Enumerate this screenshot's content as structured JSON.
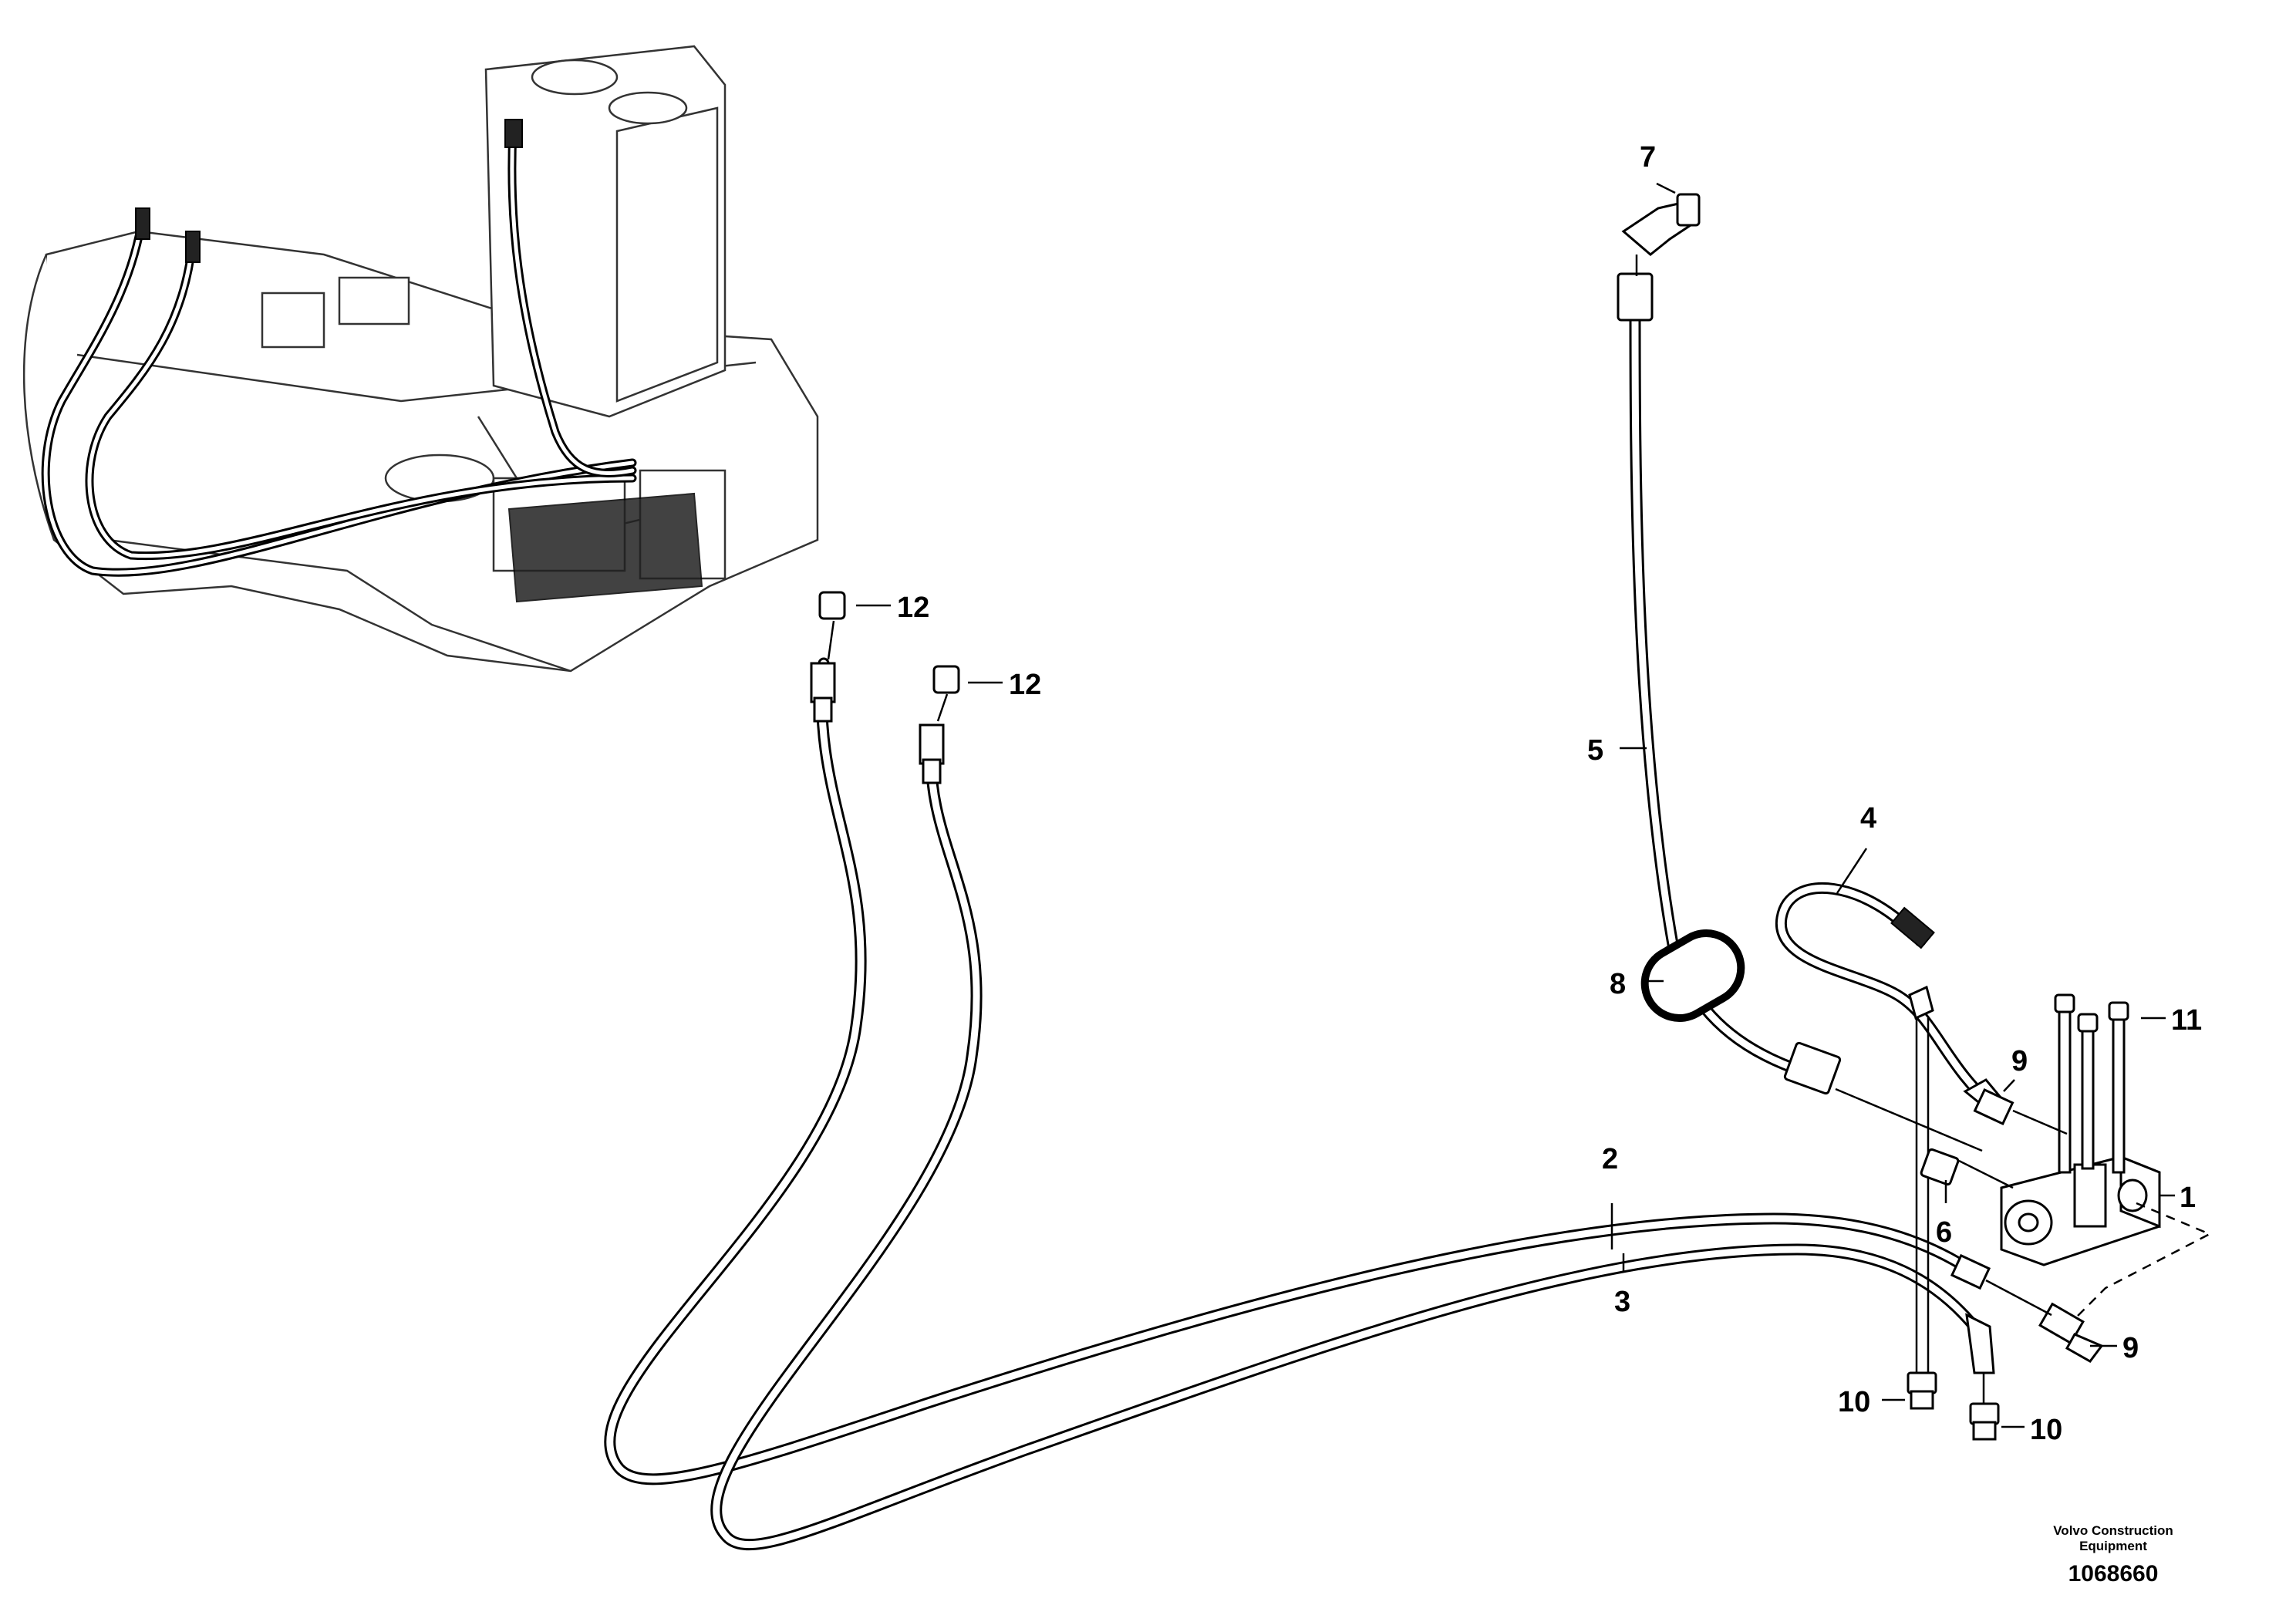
{
  "callouts": {
    "p1": "1",
    "p2": "2",
    "p3": "3",
    "p4": "4",
    "p5": "5",
    "p6": "6",
    "p7": "7",
    "p8": "8",
    "p9a": "9",
    "p9b": "9",
    "p10a": "10",
    "p10b": "10",
    "p11": "11",
    "p12a": "12",
    "p12b": "12"
  },
  "footer": {
    "brand_line1": "Volvo Construction",
    "brand_line2": "Equipment",
    "drawing_number": "1068660"
  }
}
